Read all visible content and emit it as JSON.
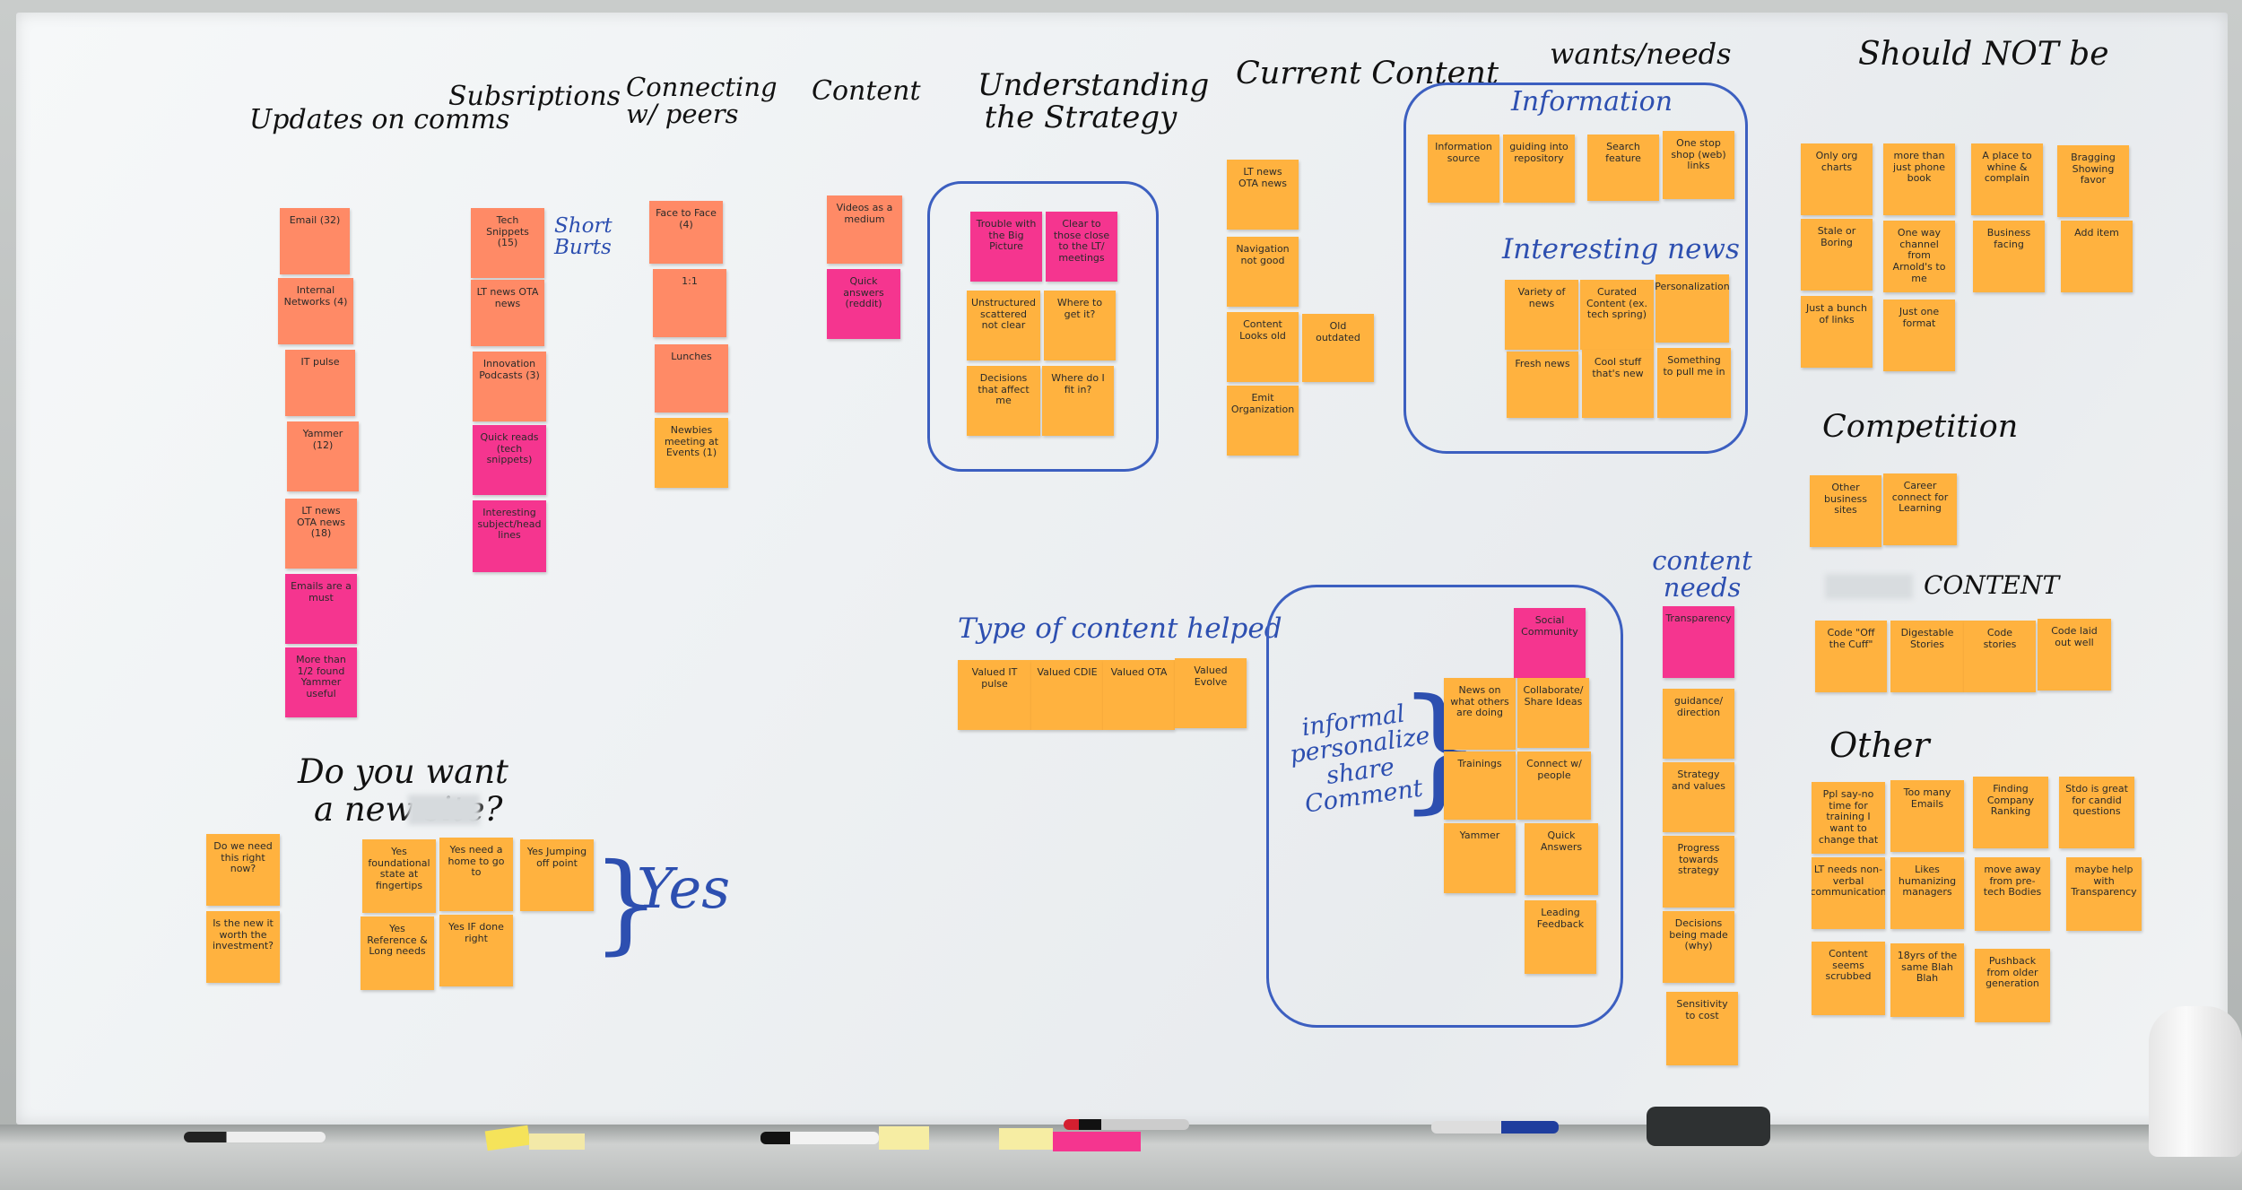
{
  "headings": {
    "updates_on_comms": "Updates on comms",
    "subscriptions": "Subsriptions",
    "connecting_w_peers": "Connecting w/ peers",
    "content": "Content",
    "understanding_strategy": "Understanding the Strategy",
    "current_content": "Current Content",
    "wants_needs": "wants/needs",
    "should_not_be": "Should NOT be",
    "information": "Information",
    "interesting_news": "Interesting news",
    "type_of_content_helped": "Type of content helped",
    "content_needs": "content needs",
    "competition": "Competition",
    "content_2": "CONTENT",
    "other": "Other",
    "do_you_want": "Do you want",
    "a_new_site": "a new site?",
    "short_bursts": "Short Burts",
    "yes": "Yes",
    "informal": "informal personalize share Comment"
  },
  "notes": {
    "u1": "Email (32)",
    "u2": "Internal Networks (4)",
    "u3": "IT pulse",
    "u4": "Yammer (12)",
    "u5": "LT news OTA news (18)",
    "u6": "Emails are a must",
    "u7": "More than 1/2 found Yammer useful",
    "s1": "Tech Snippets (15)",
    "s2": "LT news OTA news",
    "s3": "Innovation Podcasts (3)",
    "s4": "Quick reads (tech snippets)",
    "s5": "Interesting subject/head lines",
    "c1": "Face to Face (4)",
    "c2": "1:1",
    "c3": "Lunches",
    "c4": "Newbies meeting at Events (1)",
    "ct1": "Videos as a medium",
    "ct2": "Quick answers (reddit)",
    "st1": "Trouble with the Big Picture",
    "st2": "Clear to those close to the LT/ meetings",
    "st3": "Unstructured scattered not clear",
    "st4": "Where to get it?",
    "st5": "Decisions that affect me",
    "st6": "Where do I fit in?",
    "cc1": "LT news OTA news",
    "cc2": "Navigation not good",
    "cc3": "Content Looks old",
    "cc4": "Old outdated",
    "cc5": "Emit Organization",
    "in1": "Information source",
    "in2": "guiding into repository",
    "in3": "Search feature",
    "in4": "One stop shop (web) links",
    "nw1": "Variety of news",
    "nw2": "Curated Content (ex. tech spring)",
    "nw3": "Personalization",
    "nw4": "Fresh news",
    "nw5": "Cool stuff that's new",
    "nw6": "Something to pull me in",
    "tc1": "Valued IT pulse",
    "tc2": "Valued CDIE",
    "tc3": "Valued OTA",
    "tc4": "Valued Evolve",
    "so0": "Social Community",
    "so1": "News on what others are doing",
    "so2": "Collaborate/ Share Ideas",
    "so3": "Trainings",
    "so4": "Connect w/ people",
    "so5": "Yammer",
    "so6": "Quick Answers",
    "so7": "Leading Feedback",
    "cn0": "Transparency",
    "cn1": "guidance/ direction",
    "cn2": "Strategy and values",
    "cn3": "Progress towards strategy",
    "cn4": "Decisions being made (why)",
    "cn5": "Sensitivity to cost",
    "nb1": "Only org charts",
    "nb2": "more than just phone book",
    "nb3": "A place to whine & complain",
    "nb4": "Bragging Showing favor",
    "nb5": "Stale or Boring",
    "nb6": "One way channel from Arnold's to me",
    "nb7": "Business facing",
    "nb8": "Add item",
    "nb9": "Just a bunch of links",
    "nb10": "Just one format",
    "cp1": "Other business sites",
    "cp2": "Career connect for Learning",
    "ck1": "Code \"Off the Cuff\"",
    "ck2": "Digestable Stories",
    "ck3": "Code stories",
    "ck4": "Code laid out well",
    "ot1": "Ppl say-no time for training I want to change that",
    "ot2": "Too many Emails",
    "ot3": "Finding Company Ranking",
    "ot4": "Stdo is great for candid questions",
    "ot5": "LT needs non-verbal communication",
    "ot6": "Likes humanizing managers",
    "ot7": "move away from pre-tech Bodies",
    "ot8": "maybe help with Transparency",
    "ot9": "Content seems scrubbed",
    "ot10": "18yrs of the same Blah Blah",
    "ot11": "Pushback from older generation",
    "q1": "Do we need this right now?",
    "q2": "Is the new it worth the investment?",
    "q3": "Yes foundational state at fingertips",
    "q4": "Yes need a home to go to",
    "q5": "Yes Jumping off point",
    "q6": "Yes Reference & Long needs",
    "q7": "Yes IF done right"
  },
  "colors": {
    "orange": "#ffb23f",
    "salmon": "#ff8a66",
    "pink": "#f5358f",
    "marker_blue": "#3c5fc0"
  }
}
